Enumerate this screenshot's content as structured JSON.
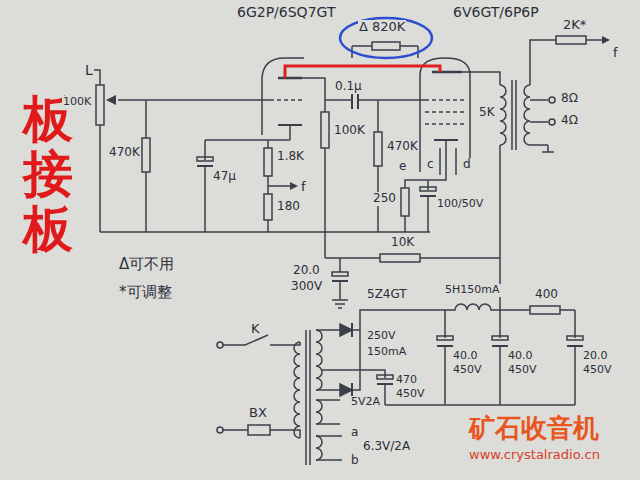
{
  "diagram": {
    "labels": [
      "板接板",
      "6G2P/6SQ7GT",
      "6V6GT/6P6P",
      "Δ 820K",
      "2K*",
      "f",
      "L",
      "100K",
      "470K",
      "47μ",
      "1.8K",
      "f",
      "180",
      "0.1μ",
      "100K",
      "470K",
      "c",
      "d",
      "e",
      "250",
      "100/50V",
      "5K",
      "8Ω",
      "4Ω",
      "20.0",
      "300V",
      "10K",
      "Δ可不用",
      "*可调整",
      "5Z4GT",
      "5H150mA",
      "400",
      "250V",
      "150mA",
      "470",
      "450V",
      "40.0",
      "450V",
      "40.0",
      "450V",
      "20.0",
      "450V",
      "K",
      "BX",
      "5V2A",
      "a",
      "b",
      "6.3V/2A",
      "矿石收音机",
      "www.crystalradio.cn"
    ]
  }
}
